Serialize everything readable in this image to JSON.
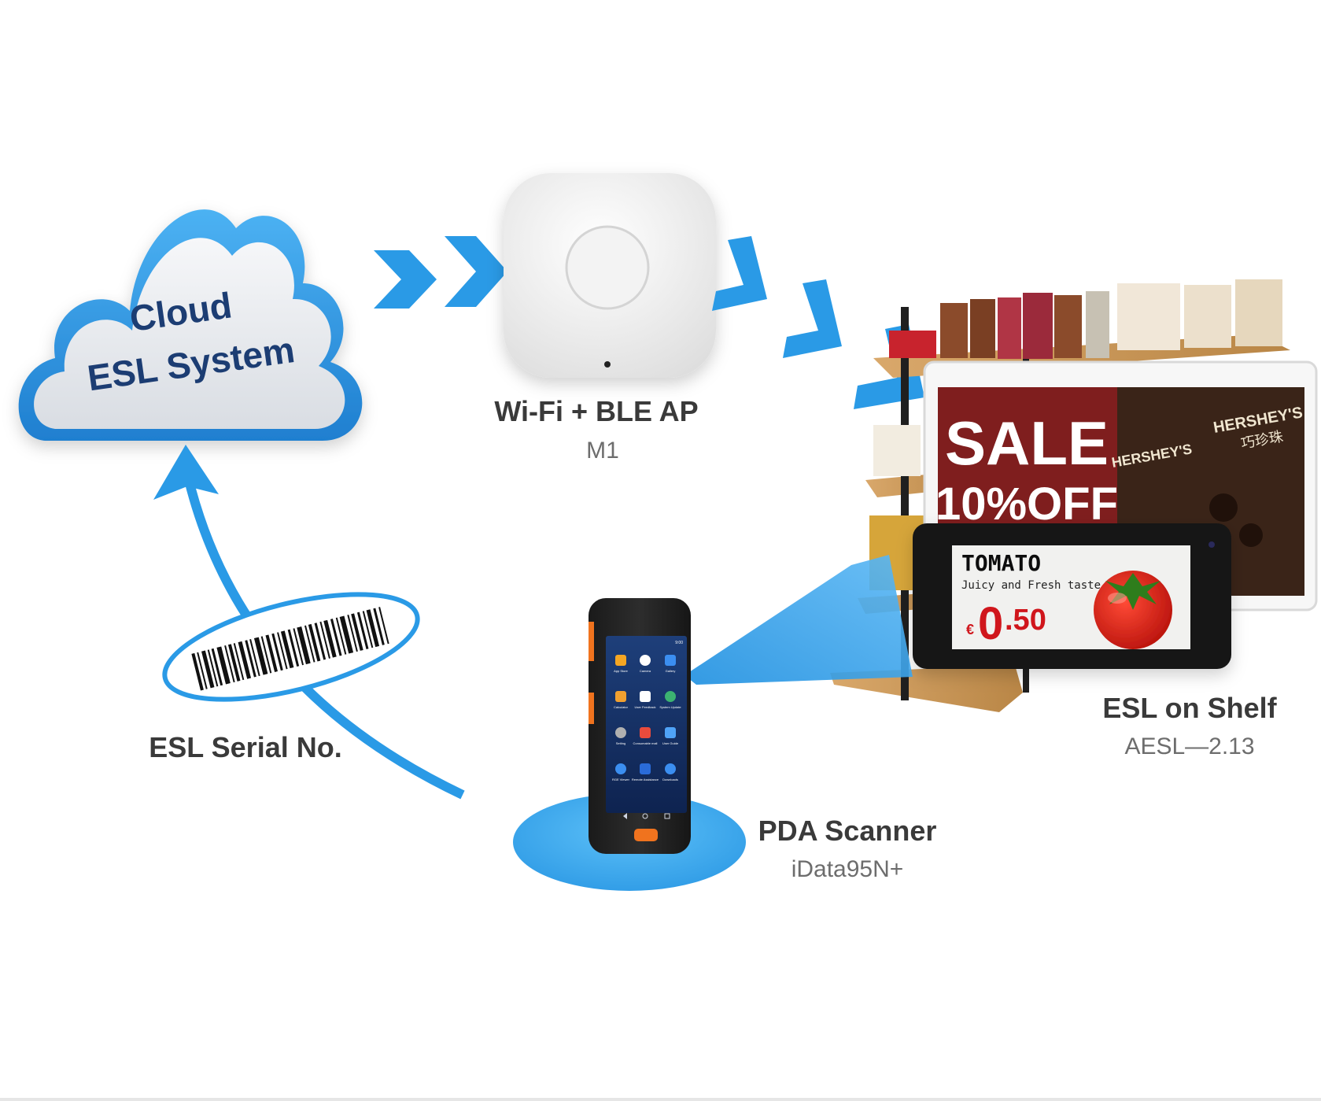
{
  "cloud": {
    "line1": "Cloud",
    "line2": "ESL System"
  },
  "access_point": {
    "name": "Wi-Fi + BLE AP",
    "model": "M1"
  },
  "shelf": {
    "name": "ESL on Shelf",
    "model": "AESL—2.13"
  },
  "pda": {
    "name": "PDA Scanner",
    "model": "iData95N+",
    "apps": [
      "App Store",
      "Camera",
      "Gallery",
      "Calculator",
      "User Feedback",
      "System Update",
      "Setting",
      "Consumable mall",
      "User Guide",
      "RGE Viewer",
      "Remote Assistance",
      "Downloads"
    ],
    "status_time": "9:00"
  },
  "serial": {
    "label": "ESL Serial No."
  },
  "poster": {
    "line1": "SALE",
    "line2": "10%OFF",
    "brand": "HERSHEY'S",
    "brand_cn": "巧珍珠"
  },
  "esl_tag": {
    "product": "TOMATO",
    "tagline": "Juicy and Fresh taste",
    "currency": "€",
    "price_whole": "0",
    "price_fraction": ".50"
  },
  "colors": {
    "accent_blue": "#2a9ae6",
    "label_dark": "#3a3a3a",
    "label_light": "#6d6d6d",
    "cloud_text": "#1d3d73"
  }
}
